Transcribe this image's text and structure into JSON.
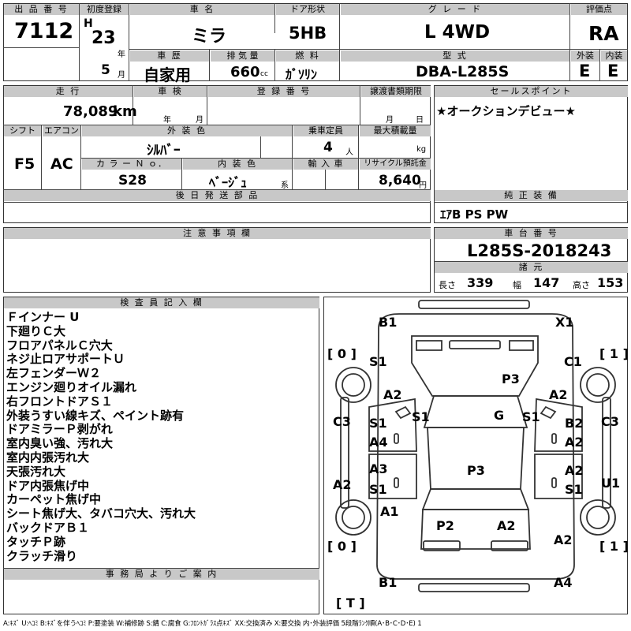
{
  "header": {
    "lot_label": "出 品 番 号",
    "lot_value": "7112",
    "first_reg_label": "初度登録",
    "era": "H",
    "year_num": "23",
    "year_unit": "年",
    "month_num": "5",
    "month_unit": "月",
    "car_name_label": "車 名",
    "car_name": "ミラ",
    "door_label": "ドア形状",
    "door_value": "5HB",
    "grade_label": "グ レ ー ド",
    "grade_value": "L 4WD",
    "score_label": "評価点",
    "score_value": "RA",
    "history_label": "車 歴",
    "history_value": "自家用",
    "disp_label": "排 気 量",
    "disp_value": "660",
    "disp_unit": "cc",
    "fuel_label": "燃 料",
    "fuel_value": "ｶﾞｿﾘﾝ",
    "model_label": "型 式",
    "model_value": "DBA-L285S",
    "ext_label": "外装",
    "ext_value": "E",
    "int_label": "内装",
    "int_value": "E"
  },
  "details": {
    "mileage_label": "走 行",
    "mileage_value": "78,089",
    "mileage_unit": "km",
    "inspection_label": "車 検",
    "inspection_year": "年",
    "inspection_month": "月",
    "regno_label": "登 録 番 号",
    "transfer_label": "譲渡書類期限",
    "transfer_month": "月",
    "transfer_day": "日",
    "selling_label": "セールスポイント",
    "selling_value": "★オークションデビュー★",
    "shift_label": "シフト",
    "shift_value": "F5",
    "ac_label": "エアコン",
    "ac_value": "AC",
    "color_label": "外 装 色",
    "color_value": "ｼﾙﾊﾞｰ",
    "capacity_label": "乗車定員",
    "capacity_value": "4",
    "capacity_unit": "人",
    "load_label": "最大積載量",
    "load_unit": "kg",
    "colorno_label": "カ ラ ー Ｎ ｏ．",
    "colorno_value": "S28",
    "intcolor_label": "内 装 色",
    "intcolor_value": "ﾍﾞｰｼﾞｭ",
    "intcolor_unit": "系",
    "import_label": "輸 入 車",
    "recycle_label": "リサイクル預託金",
    "recycle_value": "8,640",
    "recycle_unit": "円",
    "later_parts_label": "後 日 発 送 部 品",
    "equipment_label": "純 正 装 備",
    "equipment_value": "ｴｱB PS PW",
    "caution_label": "注 意 事 項 欄",
    "chassis_label": "車 台 番 号",
    "chassis_value": "L285S-2018243",
    "dims_label": "諸 元",
    "length_label": "長さ",
    "length_value": "339",
    "width_label": "幅",
    "width_value": "147",
    "height_label": "高さ",
    "height_value": "153"
  },
  "inspector": {
    "label": "検 査 員 記 入 欄",
    "notes": [
      "Ｆインナー U",
      "下廻りＣ大",
      "フロアパネルＣ穴大",
      "ネジ止ロアサポートＵ",
      "左フェンダーＷ２",
      "エンジン廻りオイル漏れ",
      "右フロントドアＳ１",
      "外装うすい線キズ、ペイント跡有",
      "ドアミラーＰ剥がれ",
      "室内臭い強、汚れ大",
      "室内内張汚れ大",
      "天張汚れ大",
      "ドア内張焦げ中",
      "カーペット焦げ中",
      "シート焦げ大、タバコ穴大、汚れ大",
      "バックドアＢ１",
      "タッチＰ跡",
      "クラッチ滑り"
    ],
    "office_label": "事 務 局 よ り ご 案 内"
  },
  "diagram": {
    "marks": [
      {
        "id": "B1-top",
        "text": "B1"
      },
      {
        "id": "X1-top",
        "text": "X1"
      },
      {
        "id": "bracket-tl",
        "text": "[ 0 ]"
      },
      {
        "id": "bracket-tr",
        "text": "[ 1 ]"
      },
      {
        "id": "S1-fl",
        "text": "S1"
      },
      {
        "id": "C1-fr",
        "text": "C1"
      },
      {
        "id": "P3-hood",
        "text": "P3"
      },
      {
        "id": "A2-l1",
        "text": "A2"
      },
      {
        "id": "A2-r1",
        "text": "A2"
      },
      {
        "id": "C3-l",
        "text": "C3"
      },
      {
        "id": "S1-pl",
        "text": "S1"
      },
      {
        "id": "G-ws",
        "text": "G"
      },
      {
        "id": "S1-pr",
        "text": "S1"
      },
      {
        "id": "C3-r",
        "text": "C3"
      },
      {
        "id": "S1-dl",
        "text": "S1"
      },
      {
        "id": "B2-dr",
        "text": "B2"
      },
      {
        "id": "A4-dl",
        "text": "A4"
      },
      {
        "id": "A2-dr",
        "text": "A2"
      },
      {
        "id": "P3-roof",
        "text": "P3"
      },
      {
        "id": "A3-rl",
        "text": "A3"
      },
      {
        "id": "A2-rr",
        "text": "A2"
      },
      {
        "id": "A2-sl",
        "text": "A2"
      },
      {
        "id": "S1-rl",
        "text": "S1"
      },
      {
        "id": "S1-rr",
        "text": "S1"
      },
      {
        "id": "U1-sr",
        "text": "U1"
      },
      {
        "id": "A1-ql",
        "text": "A1"
      },
      {
        "id": "P2-bd",
        "text": "P2"
      },
      {
        "id": "A2-bd",
        "text": "A2"
      },
      {
        "id": "bracket-bl",
        "text": "[ 0 ]"
      },
      {
        "id": "bracket-br",
        "text": "[ 1 ]"
      },
      {
        "id": "A2-qr",
        "text": "A2"
      },
      {
        "id": "B1-bot",
        "text": "B1"
      },
      {
        "id": "A4-bot",
        "text": "A4"
      },
      {
        "id": "T-bot",
        "text": "[ T ]"
      }
    ]
  },
  "legend": "A:ｷｽﾞ U:ﾍｺﾐ B:ｷｽﾞを伴うﾍｺﾐ P:要塗装 W:補修跡 S:錆 C:腐食 G:ﾌﾛﾝﾄｶﾞﾗｽ点ｷｽﾞ XX:交換済み X:要交換 内･外装評価 5段階ﾗﾝｸ順(A･B･C･D･E) 1"
}
